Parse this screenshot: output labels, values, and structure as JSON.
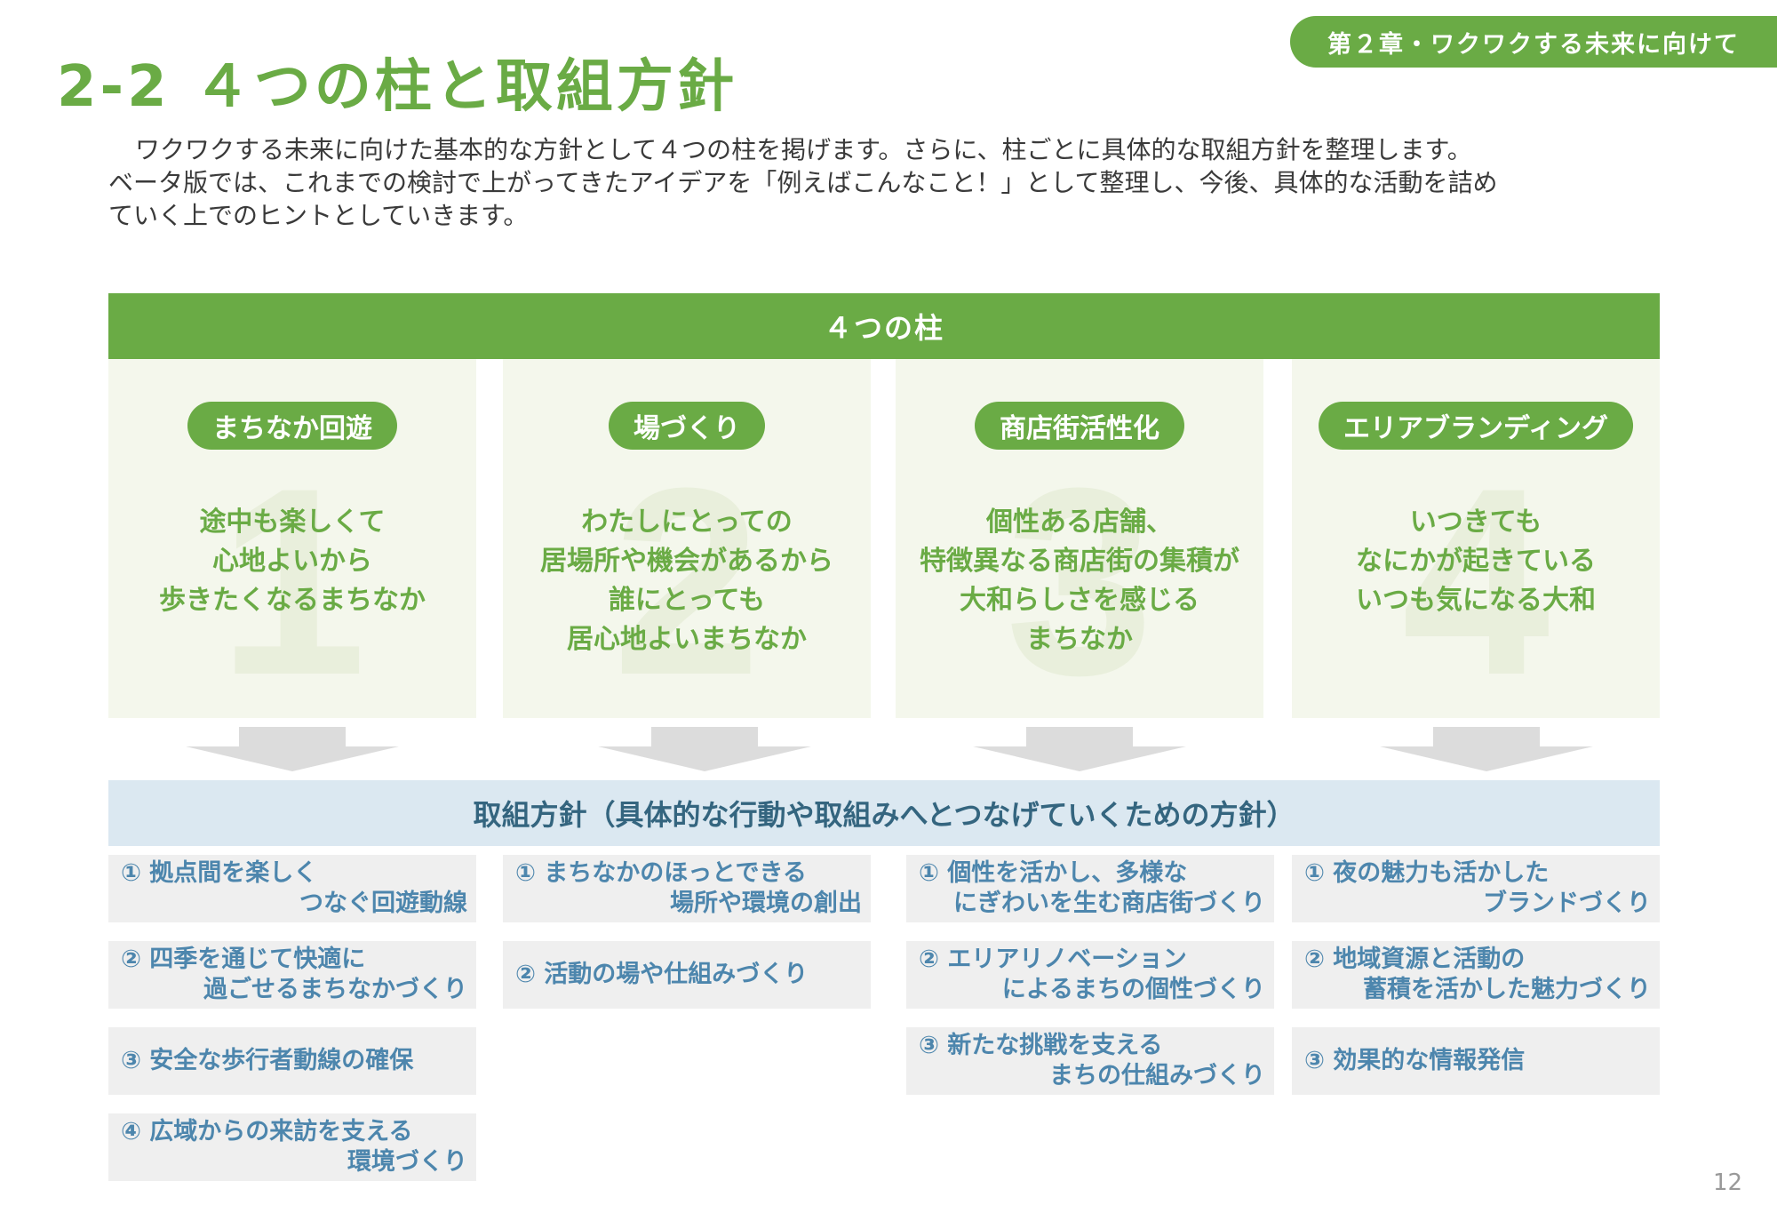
{
  "header": {
    "chapter": "第２章・ワクワクする未来に向けて",
    "title": "2-2 ４つの柱と取組方針"
  },
  "intro": {
    "line1": "ワクワクする未来に向けた基本的な方針として４つの柱を掲げます。さらに、柱ごとに具体的な取組方針を整理します。",
    "line2": "ベータ版では、これまでの検討で上がってきたアイデアを「例えばこんなこと！」として整理し、今後、具体的な活動を詰め",
    "line3": "ていく上でのヒントとしていきます。"
  },
  "pillars_title": "４つの柱",
  "pillars": [
    {
      "number": "1",
      "name": "まちなか回遊",
      "desc": [
        "途中も楽しくて",
        "心地よいから",
        "歩きたくなるまちなか"
      ]
    },
    {
      "number": "2",
      "name": "場づくり",
      "desc": [
        "わたしにとっての",
        "居場所や機会があるから",
        "誰にとっても",
        "居心地よいまちなか"
      ]
    },
    {
      "number": "3",
      "name": "商店街活性化",
      "desc": [
        "個性ある店舗、",
        "特徴異なる商店街の集積が",
        "大和らしさを感じる",
        "まちなか"
      ]
    },
    {
      "number": "4",
      "name": "エリアブランディング",
      "desc": [
        "いつきても",
        "なにかが起きている",
        "いつも気になる大和"
      ]
    }
  ],
  "policy_title": "取組方針（具体的な行動や取組みへとつなげていくための方針）",
  "policies": [
    [
      {
        "l1": "① 拠点間を楽しく",
        "l2": "つなぐ回遊動線"
      },
      {
        "l1": "② 四季を通じて快適に",
        "l2": "過ごせるまちなかづくり"
      },
      {
        "l1": "③ 安全な歩行者動線の確保",
        "l2": ""
      },
      {
        "l1": "④ 広域からの来訪を支える",
        "l2": "環境づくり"
      }
    ],
    [
      {
        "l1": "① まちなかのほっとできる",
        "l2": "場所や環境の創出"
      },
      {
        "l1": "② 活動の場や仕組みづくり",
        "l2": ""
      }
    ],
    [
      {
        "l1": "① 個性を活かし、多様な",
        "l2": "にぎわいを生む商店街づくり"
      },
      {
        "l1": "② エリアリノベーション",
        "l2": "によるまちの個性づくり"
      },
      {
        "l1": "③ 新たな挑戦を支える",
        "l2": "まちの仕組みづくり"
      }
    ],
    [
      {
        "l1": "① 夜の魅力も活かした",
        "l2": "ブランドづくり"
      },
      {
        "l1": "② 地域資源と活動の",
        "l2": "蓄積を活かした魅力づくり"
      },
      {
        "l1": "③ 効果的な情報発信",
        "l2": ""
      }
    ]
  ],
  "page_number": "12",
  "colors": {
    "accent_green": "#6aab45",
    "policy_blue": "#4d86ad",
    "policy_header_bg": "#dbe8f1"
  }
}
